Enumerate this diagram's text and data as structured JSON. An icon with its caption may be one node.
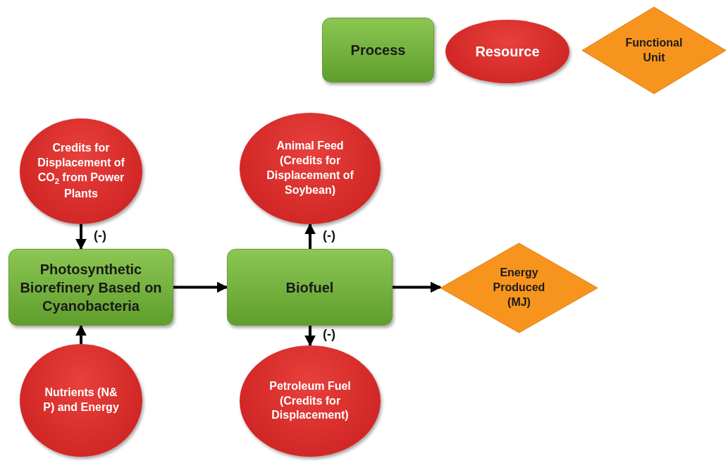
{
  "diagram": {
    "nodes": [
      {
        "text": [
          "Process"
        ]
      },
      {
        "text": [
          "Resource"
        ]
      },
      {
        "text": [
          "Functional Unit"
        ]
      },
      {
        "text": [
          "Credits for Displacement of CO$_{2}$ from Power Plants"
        ]
      },
      {
        "text": [
          "Animal Feed (Credits for Displacement of Soybean)"
        ]
      },
      {
        "text": [
          "Photosynthetic Biorefinery Based on Cyanobacteria"
        ]
      },
      {
        "text": [
          "Biofuel"
        ]
      },
      {
        "text": [
          "Energy Produced (MJ)"
        ]
      },
      {
        "text": [
          "Nutrients (N& P) and Energy"
        ]
      },
      {
        "text": [
          "Petroleum Fuel (Credits for Displacement)"
        ]
      }
    ],
    "edges": [
      {
        "from": 3,
        "to": 5,
        "arrow": "to",
        "label": "(-)"
      },
      {
        "from": 8,
        "to": 5,
        "arrow": "to"
      },
      {
        "from": 5,
        "to": 6,
        "arrow": "to"
      },
      {
        "from": 6,
        "to": 4,
        "arrow": "to",
        "label": "(-)"
      },
      {
        "from": 6,
        "to": 9,
        "arrow": "to",
        "label": "(-)"
      },
      {
        "from": 6,
        "to": 7,
        "arrow": "to"
      }
    ]
  }
}
